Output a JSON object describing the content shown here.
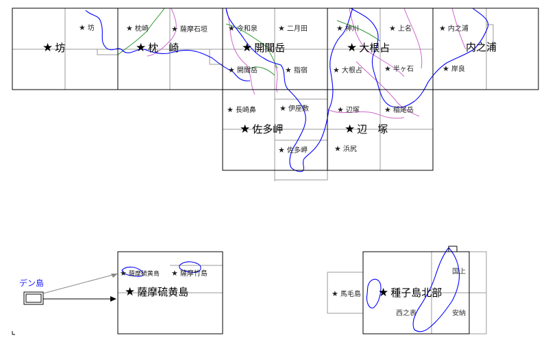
{
  "map": {
    "colors": {
      "frame": "#000000",
      "subgrid": "#9a9a9a",
      "coast": "#0000ff",
      "boundary_pink": "#cc66cc",
      "boundary_green": "#339933"
    },
    "large_labels": [
      {
        "text": "坊"
      },
      {
        "text": "枕　崎"
      },
      {
        "text": "開聞岳"
      },
      {
        "text": "大根占"
      },
      {
        "text": "内之浦"
      },
      {
        "text": "佐多岬"
      },
      {
        "text": "辺　塚"
      },
      {
        "text": "薩摩硫黄島"
      },
      {
        "text": "種子島北部"
      }
    ],
    "small_labels": [
      {
        "text": "坊"
      },
      {
        "text": "枕崎"
      },
      {
        "text": "薩摩石垣"
      },
      {
        "text": "今和泉"
      },
      {
        "text": "二月田"
      },
      {
        "text": "神川"
      },
      {
        "text": "上名"
      },
      {
        "text": "内之浦"
      },
      {
        "text": "開聞岳"
      },
      {
        "text": "指宿"
      },
      {
        "text": "大根占"
      },
      {
        "text": "半ヶ石"
      },
      {
        "text": "岸良"
      },
      {
        "text": "長崎鼻"
      },
      {
        "text": "伊座敷"
      },
      {
        "text": "辺塚"
      },
      {
        "text": "稲尾岳"
      },
      {
        "text": "佐多岬"
      },
      {
        "text": "浜尻"
      },
      {
        "text": "薩摩硫黄島"
      },
      {
        "text": "薩摩竹島"
      },
      {
        "text": "馬毛島"
      }
    ],
    "plain_labels": [
      {
        "text": "国上"
      },
      {
        "text": "西之表"
      },
      {
        "text": "安納"
      }
    ],
    "inset_label": "デン島"
  }
}
